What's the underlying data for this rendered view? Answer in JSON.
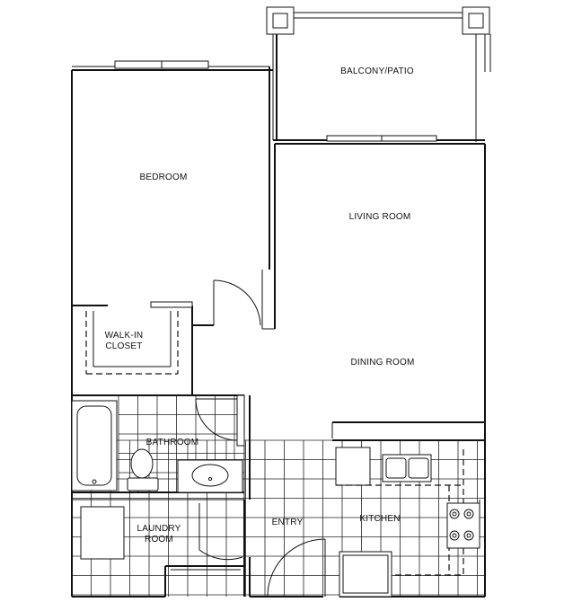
{
  "rooms": {
    "balcony": "BALCONY/PATIO",
    "bedroom": "BEDROOM",
    "living": "LIVING ROOM",
    "closet_line1": "WALK-IN",
    "closet_line2": "CLOSET",
    "dining": "DINING ROOM",
    "bathroom": "BATHROOM",
    "laundry_line1": "LAUNDRY",
    "laundry_line2": "ROOM",
    "entry": "ENTRY",
    "kitchen": "KITCHEN"
  }
}
